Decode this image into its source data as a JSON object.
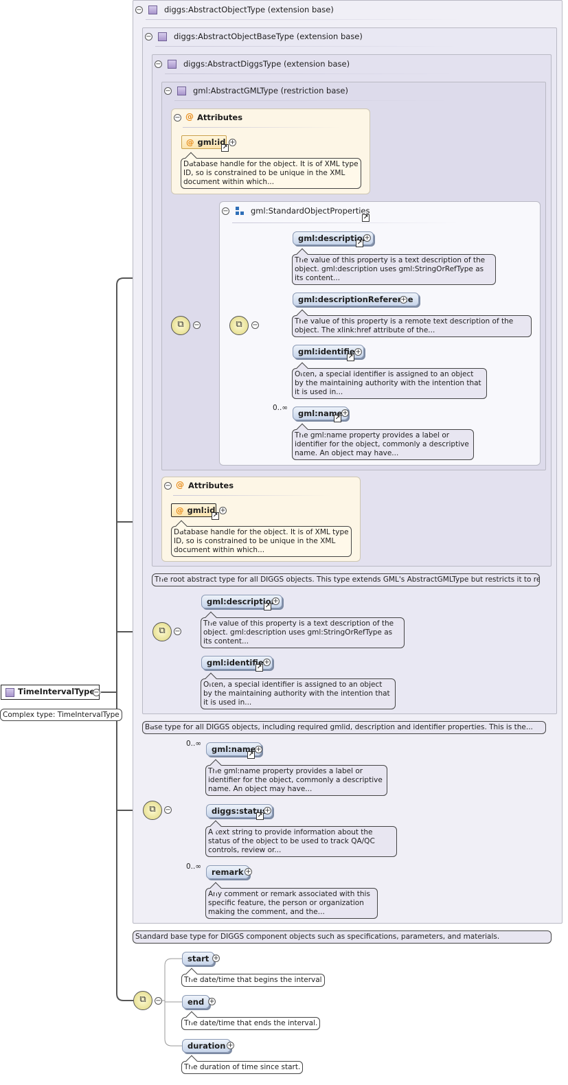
{
  "root": {
    "name": "TimeIntervalType",
    "annotation": "Complex type: TimeIntervalType"
  },
  "ext_abstract_object": {
    "title": "diggs:AbstractObjectType (extension base)",
    "doc": "Standard base type for DIGGS component objects such as specifications, parameters, and materials."
  },
  "ext_abstract_object_base": {
    "title": "diggs:AbstractObjectBaseType (extension base)",
    "doc": "Base type for all DIGGS objects, including required gmlid, description and identifier properties. This is the..."
  },
  "ext_abstract_diggs": {
    "title": "diggs:AbstractDiggsType (extension base)",
    "doc": "The root abstract type for all DIGGS objects. This type extends GML's AbstractGMLType but restricts it to require a..."
  },
  "gml_type": {
    "title": "gml:AbstractGMLType (restriction base)",
    "attributes": {
      "label": "Attributes",
      "item": "gml:id",
      "doc": "Database handle for the object. It is of XML type ID, so is constrained to be unique in the XML document within which..."
    },
    "std_props": {
      "title": "gml:StandardObjectProperties",
      "elements": [
        {
          "name": "gml:description",
          "occurs": "",
          "doc": "The value of this property is a text description of the object. gml:description uses gml:StringOrRefType as its content..."
        },
        {
          "name": "gml:descriptionReference",
          "occurs": "",
          "doc": "The value of this property is a remote text description of the object. The xlink:href attribute of the..."
        },
        {
          "name": "gml:identifier",
          "occurs": "",
          "doc": "Often, a special identifier is assigned to an object by the maintaining authority with the intention that it is used in..."
        },
        {
          "name": "gml:name",
          "occurs": "0..∞",
          "doc": "The gml:name property provides a label or identifier for the object, commonly a descriptive name. An object may have..."
        }
      ]
    }
  },
  "diggs_attributes": {
    "label": "Attributes",
    "item": "gml:id",
    "doc": "Database handle for the object. It is of XML type ID, so is constrained to be unique in the XML document within which..."
  },
  "base_seq": [
    {
      "name": "gml:description",
      "occurs": "",
      "doc": "The value of this property is a text description of the object. gml:description uses gml:StringOrRefType as its content..."
    },
    {
      "name": "gml:identifier",
      "occurs": "",
      "doc": "Often, a special identifier is assigned to an object by the maintaining authority with the intention that it is used in..."
    }
  ],
  "object_seq": [
    {
      "name": "gml:name",
      "occurs": "0..∞",
      "doc": "The gml:name property provides a label or identifier for the object, commonly a descriptive name. An object may have..."
    },
    {
      "name": "diggs:status",
      "occurs": "",
      "doc": "A text string to provide information about the status of the object to be used to track QA/QC controls, review or..."
    },
    {
      "name": "remark",
      "occurs": "0..∞",
      "doc": "Any comment or remark associated with this specific feature, the person or organization making the comment, and the..."
    }
  ],
  "interval_seq": [
    {
      "name": "start",
      "doc": "The date/time that begins the interval"
    },
    {
      "name": "end",
      "doc": "The date/time that ends the interval."
    },
    {
      "name": "duration",
      "doc": "The duration of time since start."
    }
  ],
  "symbols": {
    "collapse": "−",
    "expand": "+",
    "at": "@",
    "link": "↗",
    "sequence": "⧉"
  }
}
